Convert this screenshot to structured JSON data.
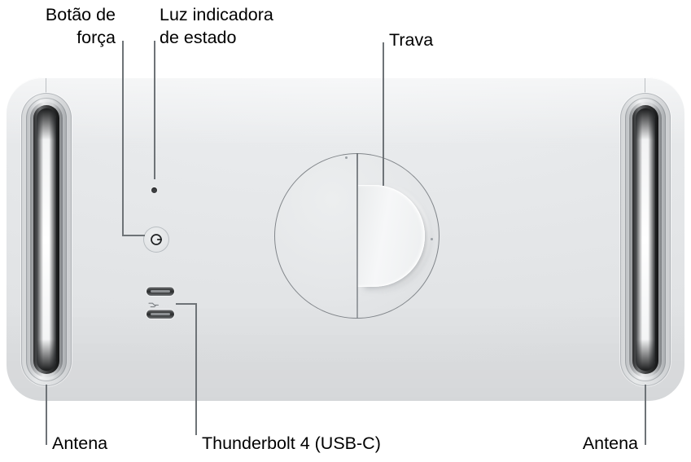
{
  "diagram": {
    "title": "Mac Pro top view with labeled parts",
    "device": "Mac Pro",
    "language": "pt-BR",
    "background_color": "#ffffff",
    "chassis_color": "#e4e6e8",
    "leader_line_color": "#6e7377",
    "label_color": "#000000"
  },
  "callouts": {
    "power_button": {
      "label": "Botão de\nforça",
      "target": "power-button",
      "position": "top-left"
    },
    "status_light": {
      "label": "Luz indicadora\nde estado",
      "target": "status-light",
      "position": "top-left"
    },
    "latch": {
      "label": "Trava",
      "target": "latch",
      "position": "top-right"
    },
    "antenna_left": {
      "label": "Antena",
      "target": "antenna-left",
      "position": "bottom-left"
    },
    "thunderbolt": {
      "label": "Thunderbolt 4 (USB-C)",
      "target": "thunderbolt-ports",
      "position": "bottom-center"
    },
    "antenna_right": {
      "label": "Antena",
      "target": "antenna-right",
      "position": "bottom-right"
    }
  },
  "parts": {
    "power_icon_name": "power-icon",
    "status_light_name": "status-light-indicator",
    "port_count": 2,
    "thunderbolt_icon_name": "thunderbolt-icon"
  }
}
